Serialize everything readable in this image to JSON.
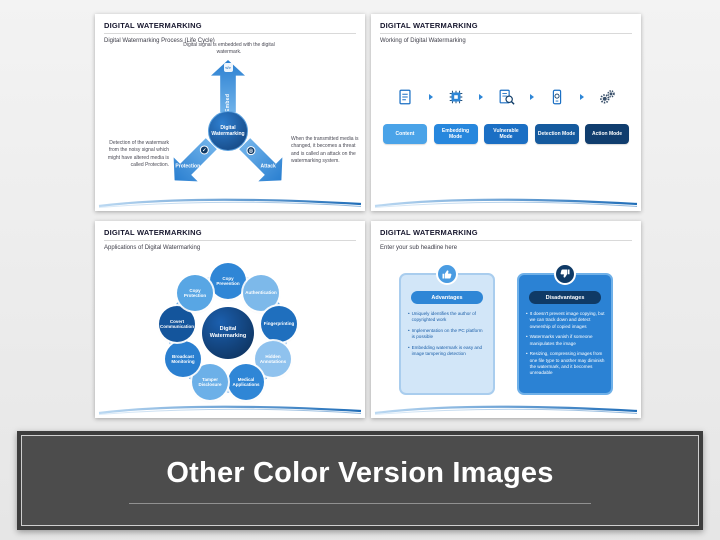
{
  "colors": {
    "accent_blue": "#2e86d6",
    "dark_navy": "#0f3a66",
    "light_blue": "#7db9ea",
    "banner_background": "#4c4c4c",
    "banner_text": "#ffffff"
  },
  "banner": {
    "title": "Other Color Version Images"
  },
  "slides": {
    "s1": {
      "title": "DIGITAL WATERMARKING",
      "subtitle": "Digital Watermarking Process (Life Cycle)",
      "center_label": "Digital Watermarking",
      "embed": {
        "label": "Embed",
        "icon": "code-icon",
        "glyph": "</>",
        "note": "Digital signal is embedded with the digital watermark."
      },
      "protection": {
        "label": "Protection",
        "icon": "shield-check-icon",
        "glyph": "✓",
        "note": "Detection of the watermark from the noisy signal which might have altered media is called Protection."
      },
      "attack": {
        "label": "Attack",
        "icon": "target-icon",
        "glyph": "◎",
        "note": "When the transmitted media is changed, it becomes a threat and is called an attack on the watermarking system."
      }
    },
    "s2": {
      "title": "DIGITAL WATERMARKING",
      "subtitle": "Working of Digital Watermarking",
      "steps": [
        {
          "label": "Content",
          "icon": "document-icon"
        },
        {
          "label": "Embedding Mode",
          "icon": "chip-icon"
        },
        {
          "label": "Vulnerable Mode",
          "icon": "document-search-icon"
        },
        {
          "label": "Detection Mode",
          "icon": "mobile-scan-icon"
        },
        {
          "label": "Action Mode",
          "icon": "gears-icon"
        }
      ]
    },
    "s3": {
      "title": "DIGITAL WATERMARKING",
      "subtitle": "Applications of Digital Watermarking",
      "center_label": "Digital Watermarking",
      "items": [
        "Copy Prevention",
        "Authentication",
        "Fingerprinting",
        "Hidden Annotations",
        "Medical Applications",
        "Tamper Disclosure",
        "Broadcast Monitoring",
        "Covert Communication",
        "Copy Protection"
      ]
    },
    "s4": {
      "title": "DIGITAL WATERMARKING",
      "subtitle": "Enter your sub headline here",
      "advantages": {
        "heading": "Advantages",
        "icon": "thumbs-up-icon",
        "bullets": [
          "Uniquely identifies the author of copyrighted work",
          "Implementation on the PC platform is possible",
          "Embedding watermark is easy and image tampering detection"
        ]
      },
      "disadvantages": {
        "heading": "Disadvantages",
        "icon": "thumbs-down-icon",
        "bullets": [
          "It doesn't prevent image copying, but we can track down and detect ownership of copied images",
          "Watermarks vanish if someone manipulates the image",
          "Resizing, compressing images from one file type to another may diminish the watermark, and it becomes unreadable"
        ]
      }
    }
  }
}
